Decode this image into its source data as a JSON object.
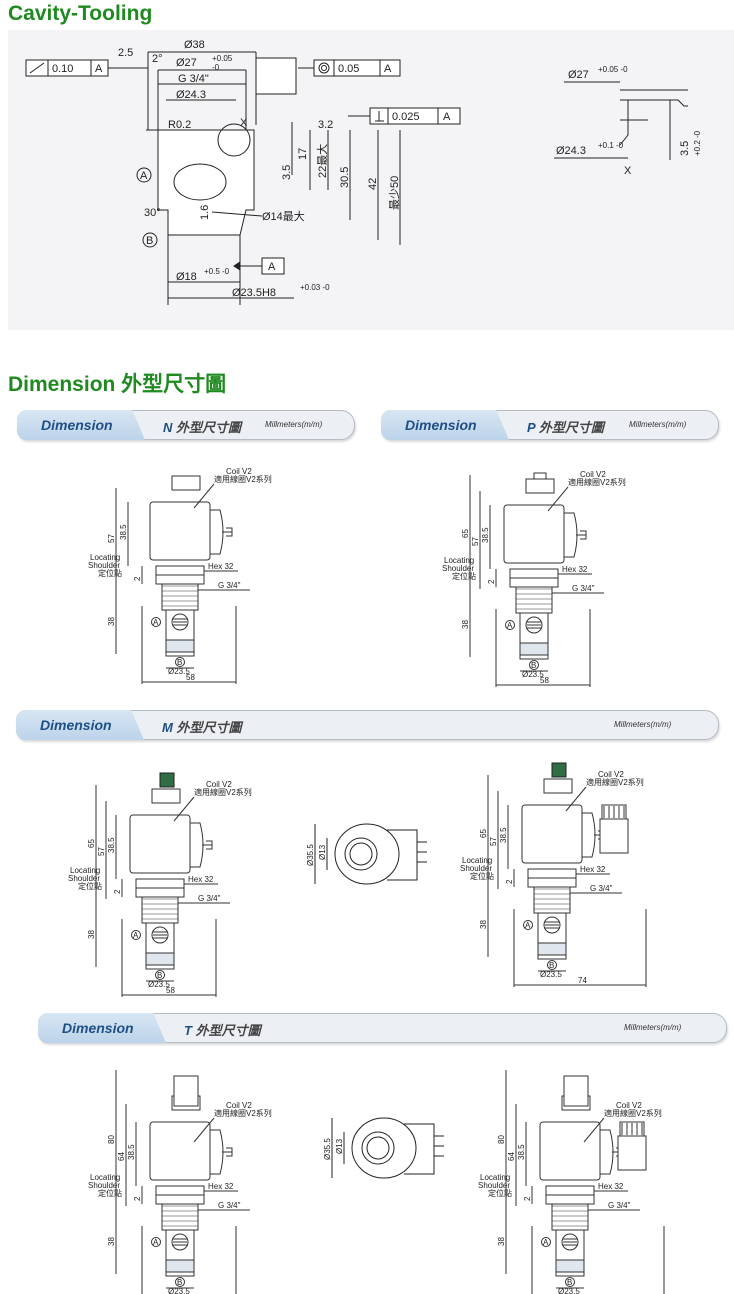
{
  "cavity_title": "Cavity-Tooling",
  "dimension_title": "Dimension 外型尺寸圖",
  "cavity": {
    "tol_flat": "0.10",
    "tol_conc": "0.05",
    "tol_perp": "0.025",
    "datum": "A",
    "d38": "Ø38",
    "d27": "Ø27",
    "d27_tol_up": "+0.05",
    "d27_tol_dn": "-0",
    "thread": "G 3/4\"",
    "d24": "Ø24.3",
    "r02": "R0.2",
    "v25": "2.5",
    "ang2": "2°",
    "v32": "3.2",
    "v35": "3.5",
    "v35_tol": "+0.2 -0",
    "v17": "17",
    "v22": "22最大",
    "v305": "30.5",
    "v42": "42",
    "v50": "最少50",
    "ang30": "30°",
    "v16": "1.6",
    "d14": "Ø14最大",
    "d18": "Ø18",
    "d18_tol": "+0.5 -0",
    "d235": "Ø23.5H8",
    "d235_tol": "+0.03 -0",
    "markA": "A",
    "markB": "B",
    "markX": "X",
    "detail_d27": "Ø27",
    "detail_d27_tol": "+0.05 -0",
    "detail_d24": "Ø24.3",
    "detail_d24_tol": "+0.1 -0",
    "detail_v35": "3.5",
    "detail_v35_tol": "+0.2 -0"
  },
  "tabs": {
    "dimension_label": "Dimension",
    "chinese_suffix": "外型尺寸圖",
    "units": "Millmeters(m/m)",
    "n_model": "N",
    "p_model": "P",
    "m_model": "M",
    "t_model": "T"
  },
  "labels": {
    "coil": "Coil V2",
    "coil_cn": "適用線圈V2系列",
    "locating": "Locating",
    "shoulder": "Shoulder",
    "locating_cn": "定位點",
    "hex": "Hex 32",
    "thread": "G 3/4\"",
    "port_a": "A",
    "port_b": "B",
    "dia": "Ø23.5",
    "h2": "2",
    "h38": "38",
    "h385": "38.5",
    "h57": "57",
    "h64": "64",
    "h65": "65",
    "h80": "80",
    "w58": "58",
    "w74": "74",
    "d355": "Ø35.5",
    "d13": "Ø13"
  }
}
